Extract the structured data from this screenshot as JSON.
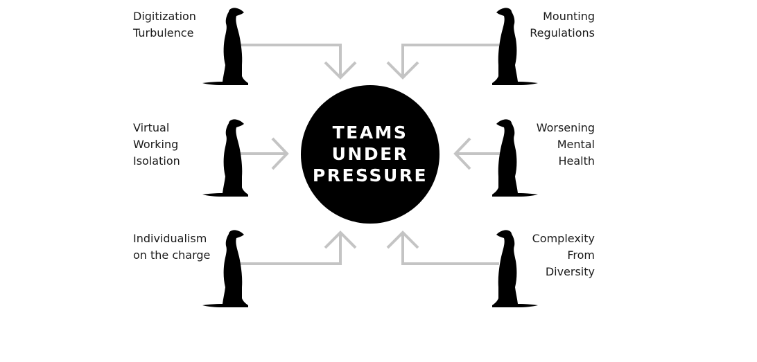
{
  "center": {
    "lines": [
      "TEAMS",
      "UNDER",
      "PRESSURE"
    ]
  },
  "pressures": [
    {
      "lines": [
        "Digitization",
        "Turbulence"
      ]
    },
    {
      "lines": [
        "Mounting",
        "Regulations"
      ]
    },
    {
      "lines": [
        "Virtual",
        "Working",
        "Isolation"
      ]
    },
    {
      "lines": [
        "Worsening",
        "Mental",
        "Health"
      ]
    },
    {
      "lines": [
        "Individualism",
        "on the charge"
      ]
    },
    {
      "lines": [
        "Complexity",
        "From",
        "Diversity"
      ]
    }
  ],
  "colors": {
    "circle": "#000000",
    "meerkat": "#000000",
    "arrow": "#c4c4c4",
    "center_text": "#ffffff",
    "label_text": "#1a1a1a"
  },
  "icons": {
    "figure": "meerkat-icon",
    "connector": "arrow-icon"
  }
}
